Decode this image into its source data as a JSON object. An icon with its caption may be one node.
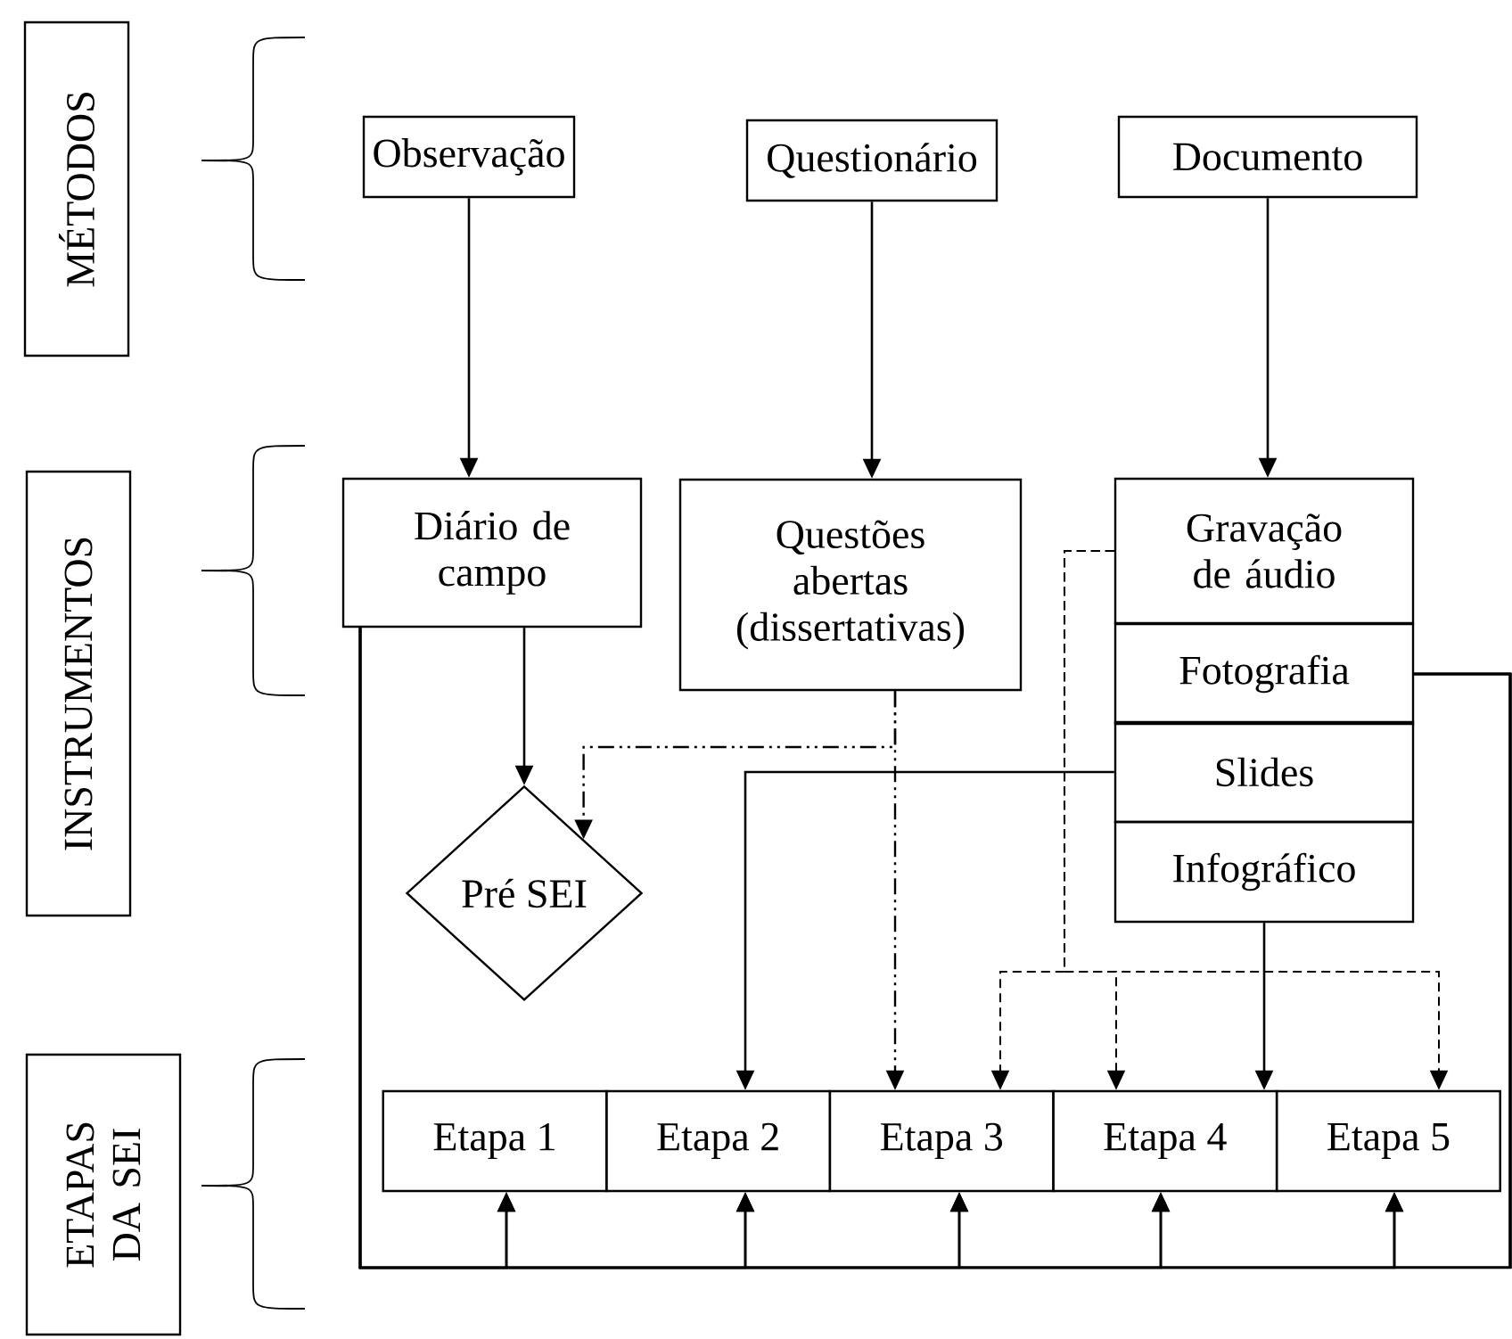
{
  "diagram": {
    "nodes": [
      {
        "text": [
          "MÉTODOS"
        ]
      },
      {
        "text": [
          "INSTRUMENTOS"
        ]
      },
      {
        "text": [
          "ETAPAS DA SEI"
        ]
      },
      {
        "text": [
          "Observação"
        ]
      },
      {
        "text": [
          "Questionário"
        ]
      },
      {
        "text": [
          "Documento"
        ]
      },
      {
        "text": [
          "Diário de campo"
        ]
      },
      {
        "text": [
          "Questões abertas (dissertativas)"
        ]
      },
      {
        "text": [
          "Gravação de áudio"
        ]
      },
      {
        "text": [
          "Fotografia"
        ]
      },
      {
        "text": [
          "Slides"
        ]
      },
      {
        "text": [
          "Infográfico"
        ]
      },
      {
        "text": [
          "Pré SEI"
        ]
      },
      {
        "text": [
          "Etapa 1"
        ]
      },
      {
        "text": [
          "Etapa 2"
        ]
      },
      {
        "text": [
          "Etapa 3"
        ]
      },
      {
        "text": [
          "Etapa 4"
        ]
      },
      {
        "text": [
          "Etapa 5"
        ]
      }
    ],
    "edges": [
      {
        "from": 3,
        "to": 6,
        "arrow": "to"
      },
      {
        "from": 4,
        "to": 7,
        "arrow": "to"
      },
      {
        "from": 5,
        "to": 8,
        "arrow": "to"
      },
      {
        "from": 6,
        "to": 12,
        "arrow": "to"
      },
      {
        "from": 7,
        "to": 12,
        "arrow": "to",
        "style": "dashed"
      },
      {
        "from": 7,
        "to": 15,
        "arrow": "to",
        "style": "dashed"
      },
      {
        "from": 10,
        "to": 14,
        "arrow": "to"
      },
      {
        "from": 8,
        "to": 15,
        "arrow": "to",
        "style": "dashed"
      },
      {
        "from": 8,
        "to": 16,
        "arrow": "to",
        "style": "dashed"
      },
      {
        "from": 8,
        "to": 17,
        "arrow": "to",
        "style": "dashed"
      },
      {
        "from": 11,
        "to": 16,
        "arrow": "to"
      },
      {
        "from": 6,
        "to": 13,
        "arrow": "to"
      },
      {
        "from": 6,
        "to": 14,
        "arrow": "to"
      },
      {
        "from": 6,
        "to": 15,
        "arrow": "to"
      },
      {
        "from": 6,
        "to": 16,
        "arrow": "to"
      },
      {
        "from": 6,
        "to": 17,
        "arrow": "to"
      },
      {
        "from": 9,
        "to": 13,
        "arrow": "to"
      },
      {
        "from": 9,
        "to": 14,
        "arrow": "to"
      },
      {
        "from": 9,
        "to": 15,
        "arrow": "to"
      },
      {
        "from": 9,
        "to": 16,
        "arrow": "to"
      },
      {
        "from": 9,
        "to": 17,
        "arrow": "to"
      }
    ]
  }
}
